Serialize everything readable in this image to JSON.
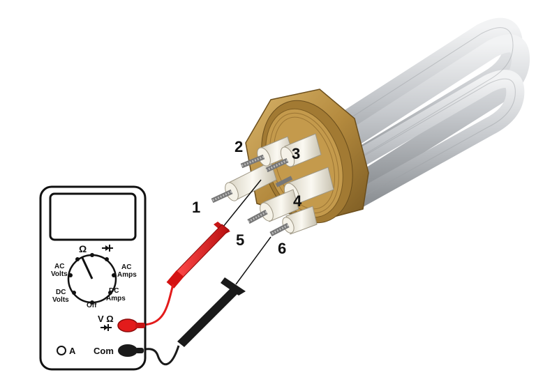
{
  "terminal_labels": [
    "1",
    "2",
    "3",
    "4",
    "5",
    "6"
  ],
  "meter": {
    "dial_labels": {
      "ohm": "Ω",
      "ac_volts": [
        "AC",
        "Volts"
      ],
      "ac_amps": [
        "AC",
        "Amps"
      ],
      "dc_volts": [
        "DC",
        "Volts"
      ],
      "dc_amps": [
        "DC",
        "Amps"
      ],
      "off": "Off"
    },
    "jacks": {
      "v_ohm": "V Ω",
      "amps": "A",
      "com": "Com"
    }
  },
  "colors": {
    "probe_red": "#e31b1b",
    "probe_black": "#1a1a1a",
    "brass": "#b58a3c",
    "element_tube": "#c9ccd0"
  },
  "icons": {
    "diode": "diode-symbol-icon",
    "ohm": "omega-icon"
  }
}
